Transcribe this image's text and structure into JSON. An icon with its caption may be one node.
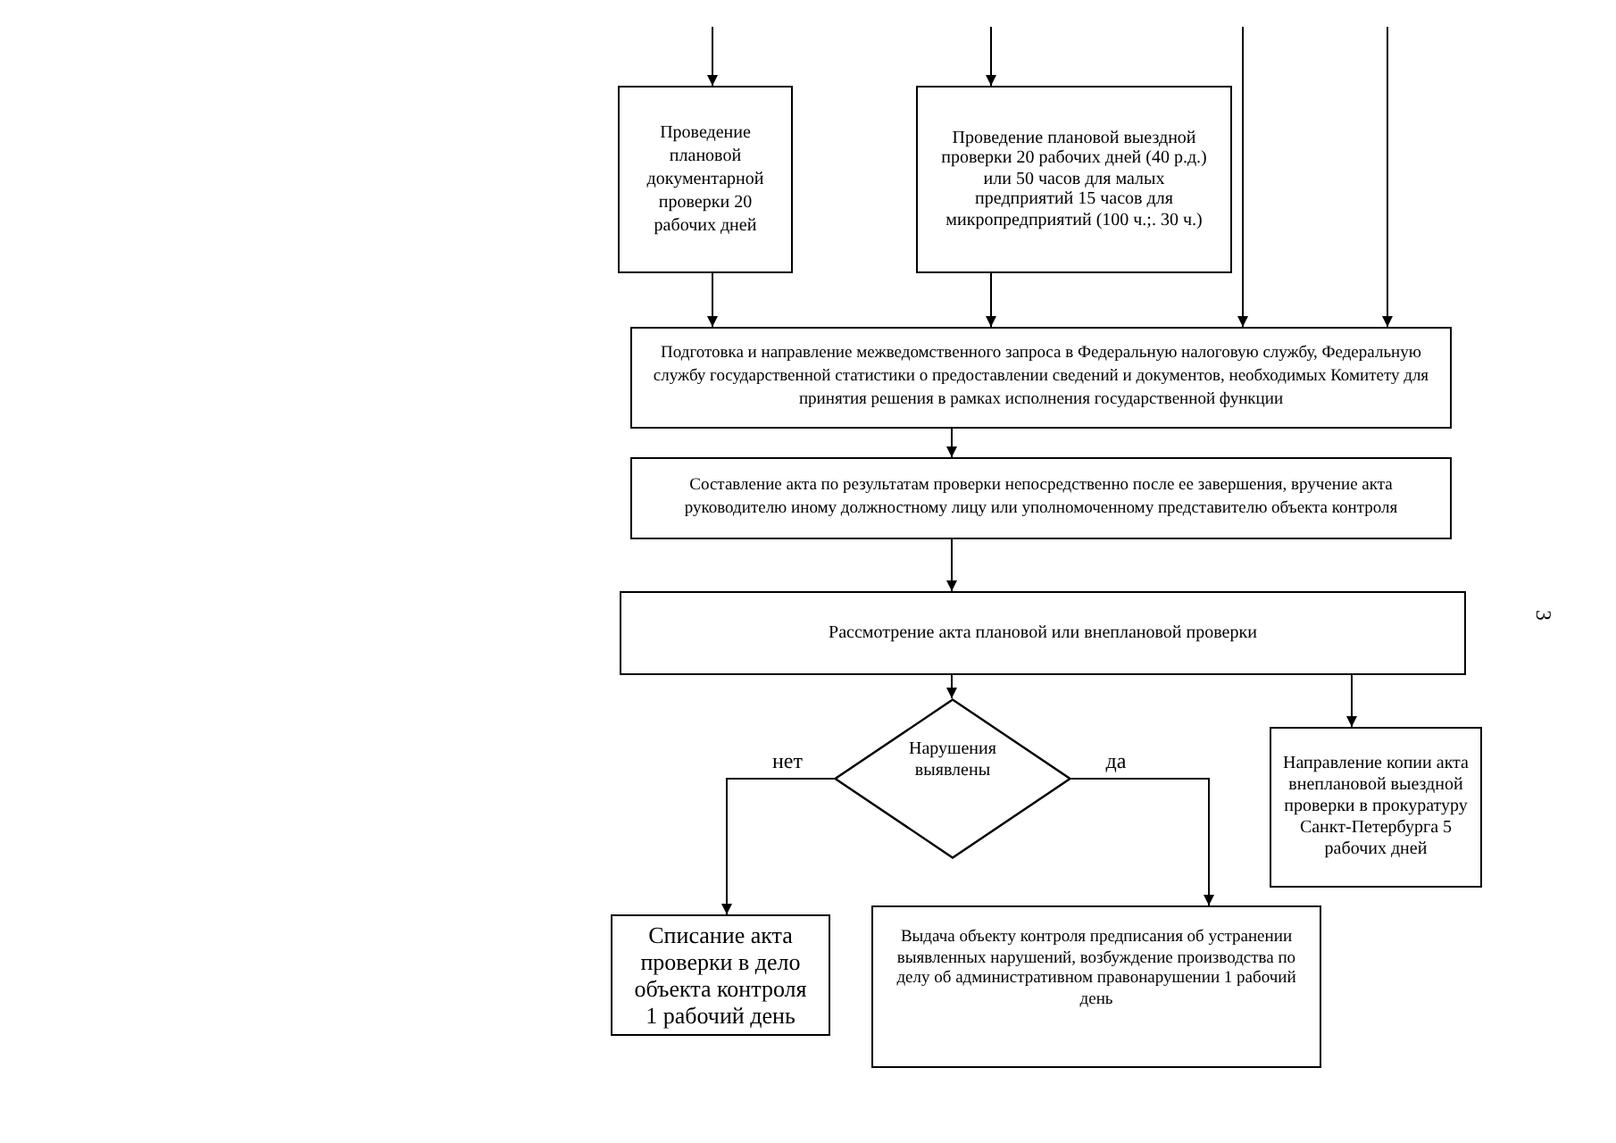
{
  "diagram": {
    "nodes": [
      {
        "text": [
          "Проведение плановой документарной проверки 20 рабочих дней"
        ]
      },
      {
        "text": [
          "Проведение плановой выездной проверки 20 рабочих дней (40 р.д.) или 50 часов для малых предприятий 15 часов для микропредприятий (100 ч.;. 30 ч.)"
        ]
      },
      {
        "text": [
          "Подготовка и направление межведомственного запроса в Федеральную налоговую службу, Федеральную службу государственной статистики о предоставлении сведений и документов, необходимых Комитету для принятия решения в рамках исполнения государственной функции"
        ]
      },
      {
        "text": [
          "Составление акта по результатам проверки непосредственно после ее завершения, вручение акта руководителю иному должностному лицу или уполномоченному представителю объекта контроля"
        ]
      },
      {
        "text": [
          "Рассмотрение акта плановой или внеплановой проверки"
        ]
      },
      {
        "text": [
          "Нарушения выявлены"
        ]
      },
      {
        "text": [
          "Направление копии акта внеплановой выездной проверки в прокуратуру Санкт-Петербурга 5 рабочих дней"
        ]
      },
      {
        "text": [
          "Списание акта проверки в дело объекта контроля 1 рабочий день"
        ]
      },
      {
        "text": [
          "Выдача объекту контроля предписания об устранении выявленных нарушений, возбуждение производства по делу об административном правонарушении 1 рабочий день"
        ]
      }
    ],
    "edges": [
      {
        "from": null,
        "to": 0,
        "arrow": "to"
      },
      {
        "from": null,
        "to": 1,
        "arrow": "to"
      },
      {
        "from": null,
        "to": 2,
        "arrow": "to"
      },
      {
        "from": null,
        "to": 2,
        "arrow": "to"
      },
      {
        "from": 0,
        "to": 2,
        "arrow": "to"
      },
      {
        "from": 1,
        "to": 2,
        "arrow": "to"
      },
      {
        "from": 2,
        "to": 3,
        "arrow": "to"
      },
      {
        "from": 3,
        "to": 4,
        "arrow": "to"
      },
      {
        "from": 4,
        "to": 5,
        "arrow": "to"
      },
      {
        "from": 4,
        "to": 6,
        "arrow": "to"
      },
      {
        "from": 5,
        "to": 7,
        "arrow": "to",
        "label": "нет"
      },
      {
        "from": 5,
        "to": 8,
        "arrow": "to",
        "label": "да"
      }
    ],
    "labels": [
      "3"
    ]
  }
}
